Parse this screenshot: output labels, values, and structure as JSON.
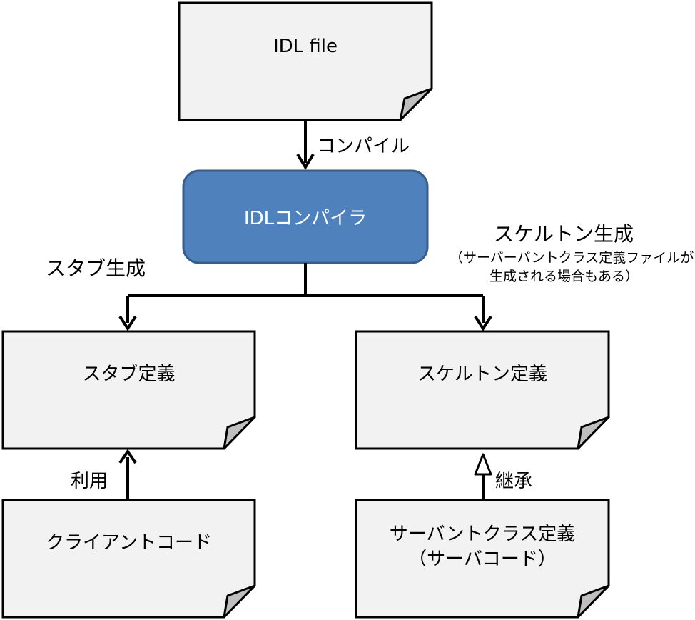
{
  "nodes": {
    "idl_file": "IDL file",
    "idl_compiler": "IDLコンパイラ",
    "stub_definition": "スタブ定義",
    "skeleton_definition": "スケルトン定義",
    "client_code": "クライアントコード",
    "servant_class_line1": "サーバントクラス定義",
    "servant_class_line2": "（サーバコード）"
  },
  "edges": {
    "compile": "コンパイル",
    "stub_generation": "スタブ生成",
    "skeleton_generation": "スケルトン生成",
    "skeleton_note_line1": "（サーバーバントクラス定義ファイルが",
    "skeleton_note_line2": "生成される場合もある）",
    "use": "利用",
    "inherit": "継承"
  },
  "colors": {
    "document_fill": "#f2f2f2",
    "document_fold": "#bfbfbf",
    "compiler_fill": "#4f81bd",
    "compiler_border": "#385d8a",
    "stroke": "#000000"
  }
}
